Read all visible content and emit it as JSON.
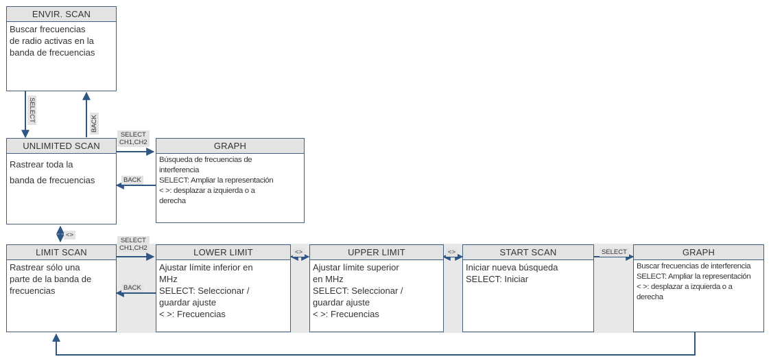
{
  "nodes": {
    "envir_scan": {
      "title": "ENVIR. SCAN",
      "body": "Buscar frecuencias\nde radio activas en la\nbanda de frecuencias"
    },
    "unlimited_scan": {
      "title": "UNLIMITED SCAN",
      "body": "Rastrear toda la\nbanda de frecuencias"
    },
    "graph_top": {
      "title": "GRAPH",
      "body": "Búsqueda de frecuencias de\ninterferencia\nSELECT: Ampliar la representación\n< >: desplazar a izquierda o a\nderecha"
    },
    "limit_scan": {
      "title": "LIMIT SCAN",
      "body": "Rastrear sólo una\nparte de la banda de\nfrecuencias"
    },
    "lower_limit": {
      "title": "LOWER LIMIT",
      "body": "Ajustar límite inferior en\nMHz\nSELECT: Seleccionar /\nguardar ajuste\n< >: Frecuencias"
    },
    "upper_limit": {
      "title": "UPPER LIMIT",
      "body": "Ajustar límite superior\nen MHz\nSELECT: Seleccionar /\nguardar ajuste\n< >: Frecuencias"
    },
    "start_scan": {
      "title": "START SCAN",
      "body": "Iniciar nueva búsqueda\nSELECT: Iniciar"
    },
    "graph_bottom": {
      "title": "GRAPH",
      "body": "Buscar frecuencias de interferencia\nSELECT: Ampliar la representación\n< >: desplazar a izquierda o a\nderecha"
    }
  },
  "edge_labels": {
    "select_down": "SELECT",
    "back_up": "BACK",
    "select_ch_top": "SELECT\nCH1,CH2",
    "back_top": "BACK",
    "nav_unlimited_limit": "<>",
    "select_ch_bottom": "SELECT\nCH1,CH2",
    "back_bottom": "BACK",
    "nav_lower_upper": "<>",
    "nav_upper_start": "<>",
    "select_start_graph": "SELECT"
  },
  "colors": {
    "arrow": "#2f5682",
    "box_border": "#3e5f7f",
    "title_fill": "#e3e3e3",
    "band_fill": "#e8e8e8"
  }
}
